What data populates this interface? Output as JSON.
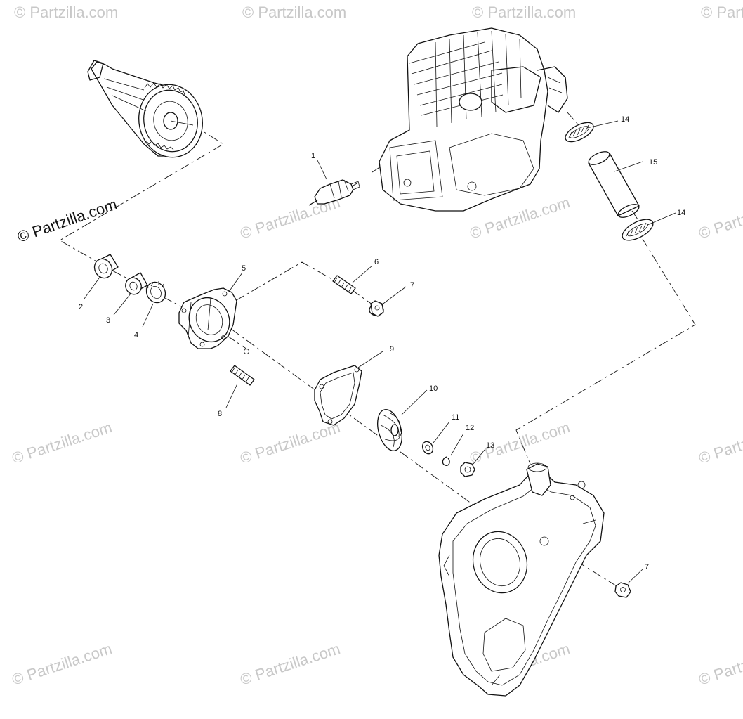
{
  "watermark": {
    "text": "© Partzilla.com",
    "main_text": "© Partzilla.com"
  },
  "callouts": {
    "c1": "1",
    "c2": "2",
    "c3": "3",
    "c4": "4",
    "c5": "5",
    "c6": "6",
    "c7a": "7",
    "c7b": "7",
    "c8": "8",
    "c9": "9",
    "c10": "10",
    "c11": "11",
    "c12": "12",
    "c13": "13",
    "c14a": "14",
    "c14b": "14",
    "c15": "15"
  }
}
